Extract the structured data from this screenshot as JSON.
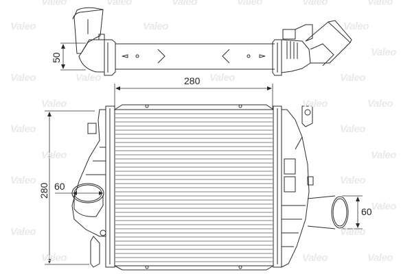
{
  "drawing": {
    "subject": "intercooler",
    "colors": {
      "line": "#2a2a2a",
      "watermark": "#e6e6e6",
      "background": "#ffffff"
    },
    "top_view": {
      "tube_height_label": "50",
      "length_label": "280"
    },
    "front_view": {
      "height_label": "280",
      "inlet_diameter_label": "60",
      "outlet_diameter_label": "60"
    },
    "watermark_text": "Valeo"
  }
}
